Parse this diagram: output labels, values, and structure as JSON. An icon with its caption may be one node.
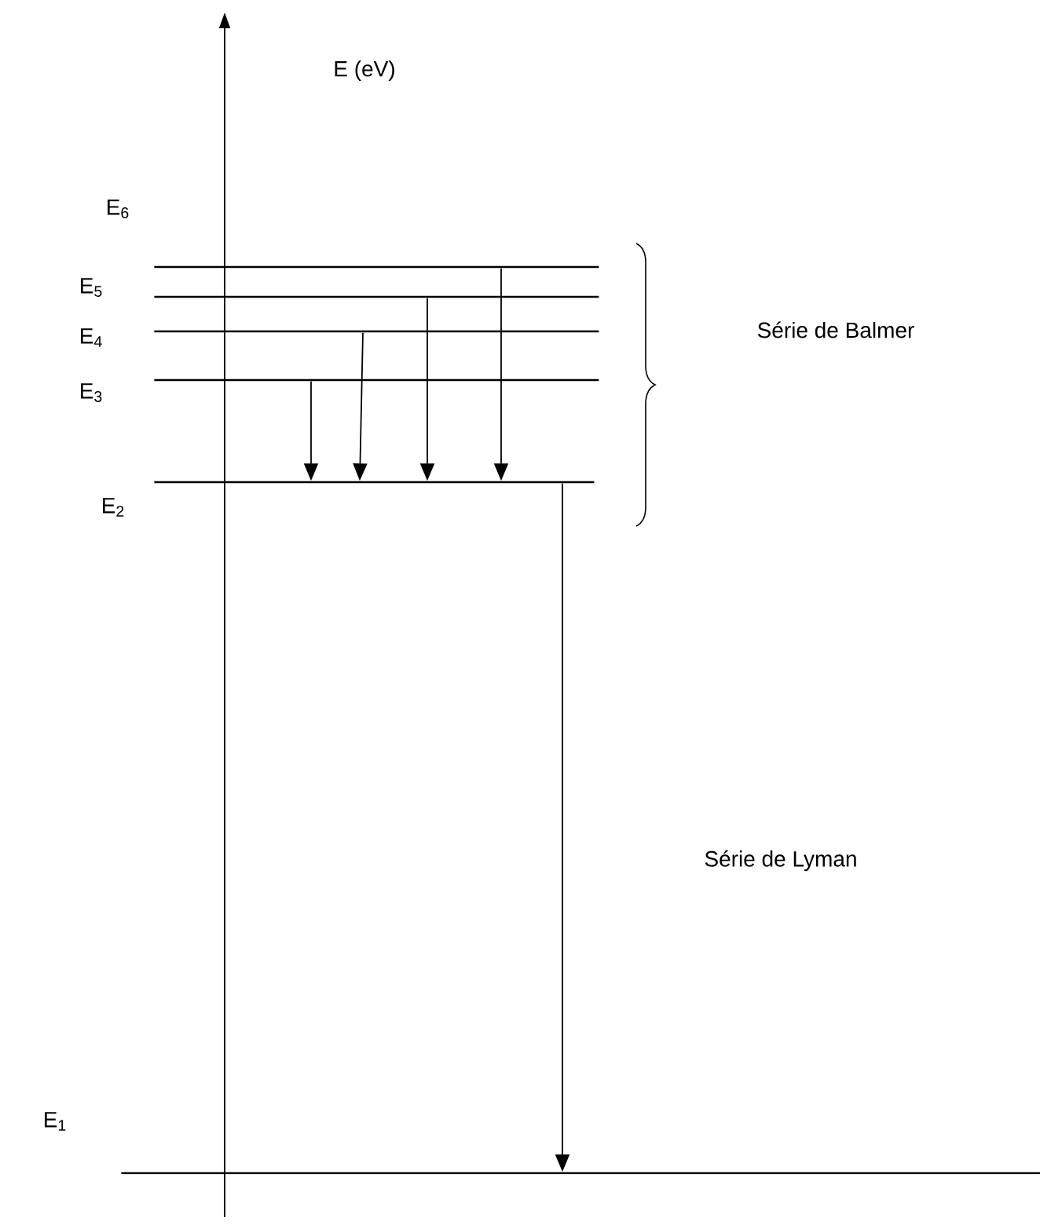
{
  "diagram": {
    "nodes": [
      {
        "text": [],
        "shape": "bar",
        "beside": [
          "E$_{6}$"
        ]
      },
      {
        "text": [],
        "shape": "bar",
        "beside": [
          "E$_{5}$"
        ]
      },
      {
        "text": [],
        "shape": "bar",
        "beside": [
          "E$_{4}$"
        ]
      },
      {
        "text": [],
        "shape": "bar",
        "beside": [
          "E$_{3}$"
        ]
      },
      {
        "text": [],
        "shape": "bar",
        "beside": [
          "E$_{2}$"
        ]
      },
      {
        "text": [],
        "shape": "bar",
        "beside": [
          "E$_{1}$"
        ]
      }
    ],
    "edges": [
      {
        "from": 3,
        "to": 4,
        "arrow": "to"
      },
      {
        "from": 2,
        "to": 4,
        "arrow": "to"
      },
      {
        "from": 1,
        "to": 4,
        "arrow": "to"
      },
      {
        "from": 0,
        "to": 4,
        "arrow": "to"
      },
      {
        "from": 4,
        "to": 5,
        "arrow": "to"
      }
    ],
    "labels": [
      "E (eV)",
      "Série de Balmer",
      "Série de Lyman"
    ]
  }
}
